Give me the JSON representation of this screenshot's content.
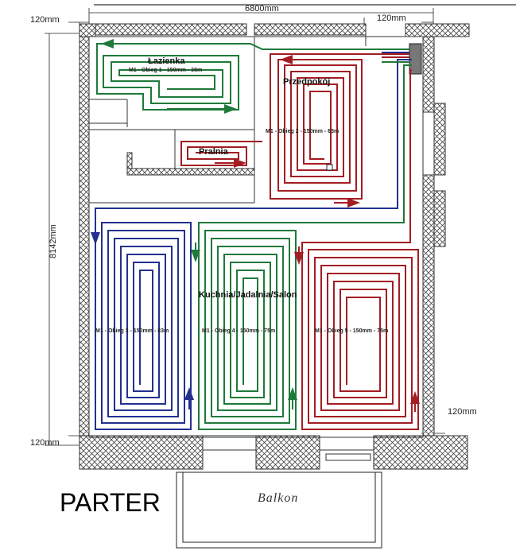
{
  "drawing": {
    "floor_title": "PARTER",
    "balcony_label": "Balkon"
  },
  "dimensions": {
    "overall_width": "6800mm",
    "overall_height": "8142mm",
    "wall_top_left": "120mm",
    "wall_top_right": "120mm",
    "wall_bottom_left": "120mm",
    "wall_right_bottom": "120mm"
  },
  "rooms": {
    "bathroom": "Łazienka",
    "hallway": "Przedpokój",
    "laundry": "Pralnia",
    "living": "Kuchnia/Jadalnia/Salon"
  },
  "circuits": [
    {
      "label": "M1 - Obieg 1 - 150mm - 38m",
      "color": "#1f7a3a"
    },
    {
      "label": "M1 - Obieg 2 - 150mm - 63m",
      "color": "#a31d22"
    },
    {
      "label": "M1 - Obieg 3 - 150mm - 83m",
      "color": "#23308f"
    },
    {
      "label": "M1 - Obieg 4 - 150mm - 75m",
      "color": "#1f7a3a"
    },
    {
      "label": "M1 - Obieg 5 - 150mm - 75m",
      "color": "#a31d22"
    }
  ],
  "colors": {
    "supply_red": "#a31d22",
    "return_blue": "#23308f",
    "green_loop": "#1f7a3a",
    "wall_hatch": "#555555"
  }
}
